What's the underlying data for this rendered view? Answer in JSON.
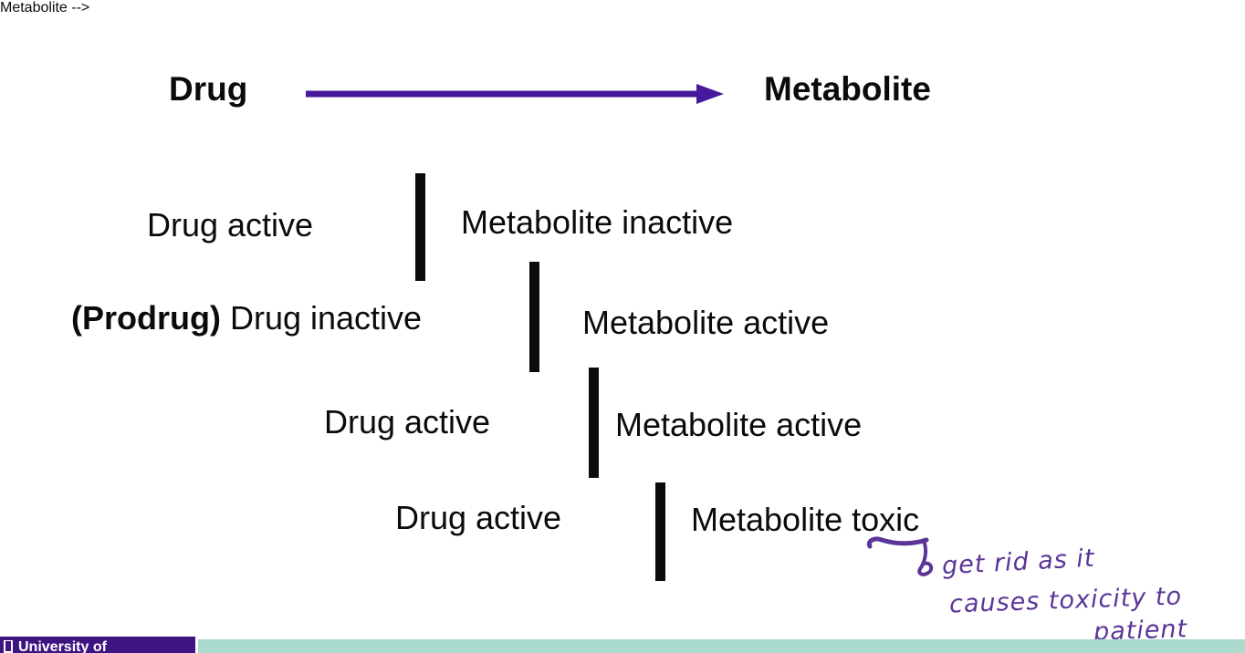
{
  "slide": {
    "header": {
      "left_label": "Drug",
      "right_label": "Metabolite"
    },
    "rows": [
      {
        "prefix": "",
        "left": "Drug active",
        "right": "Metabolite inactive"
      },
      {
        "prefix": "(Prodrug)",
        "left": "Drug inactive",
        "right": "Metabolite active"
      },
      {
        "prefix": "",
        "left": "Drug active",
        "right": "Metabolite active"
      },
      {
        "prefix": "",
        "left": "Drug active",
        "right": "Metabolite toxic"
      }
    ],
    "annotation": {
      "lines": [
        "get rid as it",
        "causes toxicity to",
        "patient"
      ],
      "ink_color": "#5b3598"
    },
    "footer": {
      "brand": "University of",
      "brand_bg": "#3e1480",
      "bar_color": "#aadbce"
    },
    "colors": {
      "arrow": "#47199d",
      "bar": "#0b0b0b"
    }
  }
}
